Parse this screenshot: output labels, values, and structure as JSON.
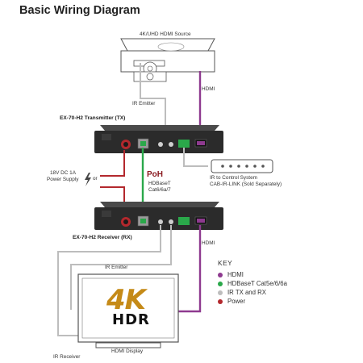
{
  "title": "Basic Wiring Diagram",
  "labels": {
    "source": "4K/UHD HDMI Source",
    "hdmi_top": "HDMI",
    "ir_emitter_top": "IR Emitter",
    "transmitter": "EX-70-H2 Transmitter (TX)",
    "power_supply_line1": "18V DC 1A",
    "power_supply_line2": "Power Supply",
    "or": "or",
    "poh": "PoH",
    "hdbaset_line1": "HDBaseT",
    "hdbaset_line2": "Cat6/6a/7",
    "ir_control_line1": "IR to Control System",
    "ir_control_line2": "CAB-IR-LINK (Sold Separately)",
    "receiver": "EX-70-H2 Receiver (RX)",
    "hdmi_bottom": "HDMI",
    "ir_emitter_bottom": "IR Emitter",
    "display": "HDMI Display",
    "ir_receiver": "IR Receiver",
    "screen_4k": "4K",
    "screen_hdr": "HDR"
  },
  "key": {
    "title": "KEY",
    "items": [
      {
        "label": "HDMI",
        "color": "#8e3a8f"
      },
      {
        "label": "HDBaseT Cat5e/6/6a",
        "color": "#2aa84a"
      },
      {
        "label": "IR TX and RX",
        "color": "#bdbdbd"
      },
      {
        "label": "Power",
        "color": "#b3282d"
      }
    ]
  },
  "colors": {
    "hdmi": "#8e3a8f",
    "hdbaset": "#2aa84a",
    "ir": "#bdbdbd",
    "power": "#b3282d",
    "device_body": "#2b2b2b"
  }
}
